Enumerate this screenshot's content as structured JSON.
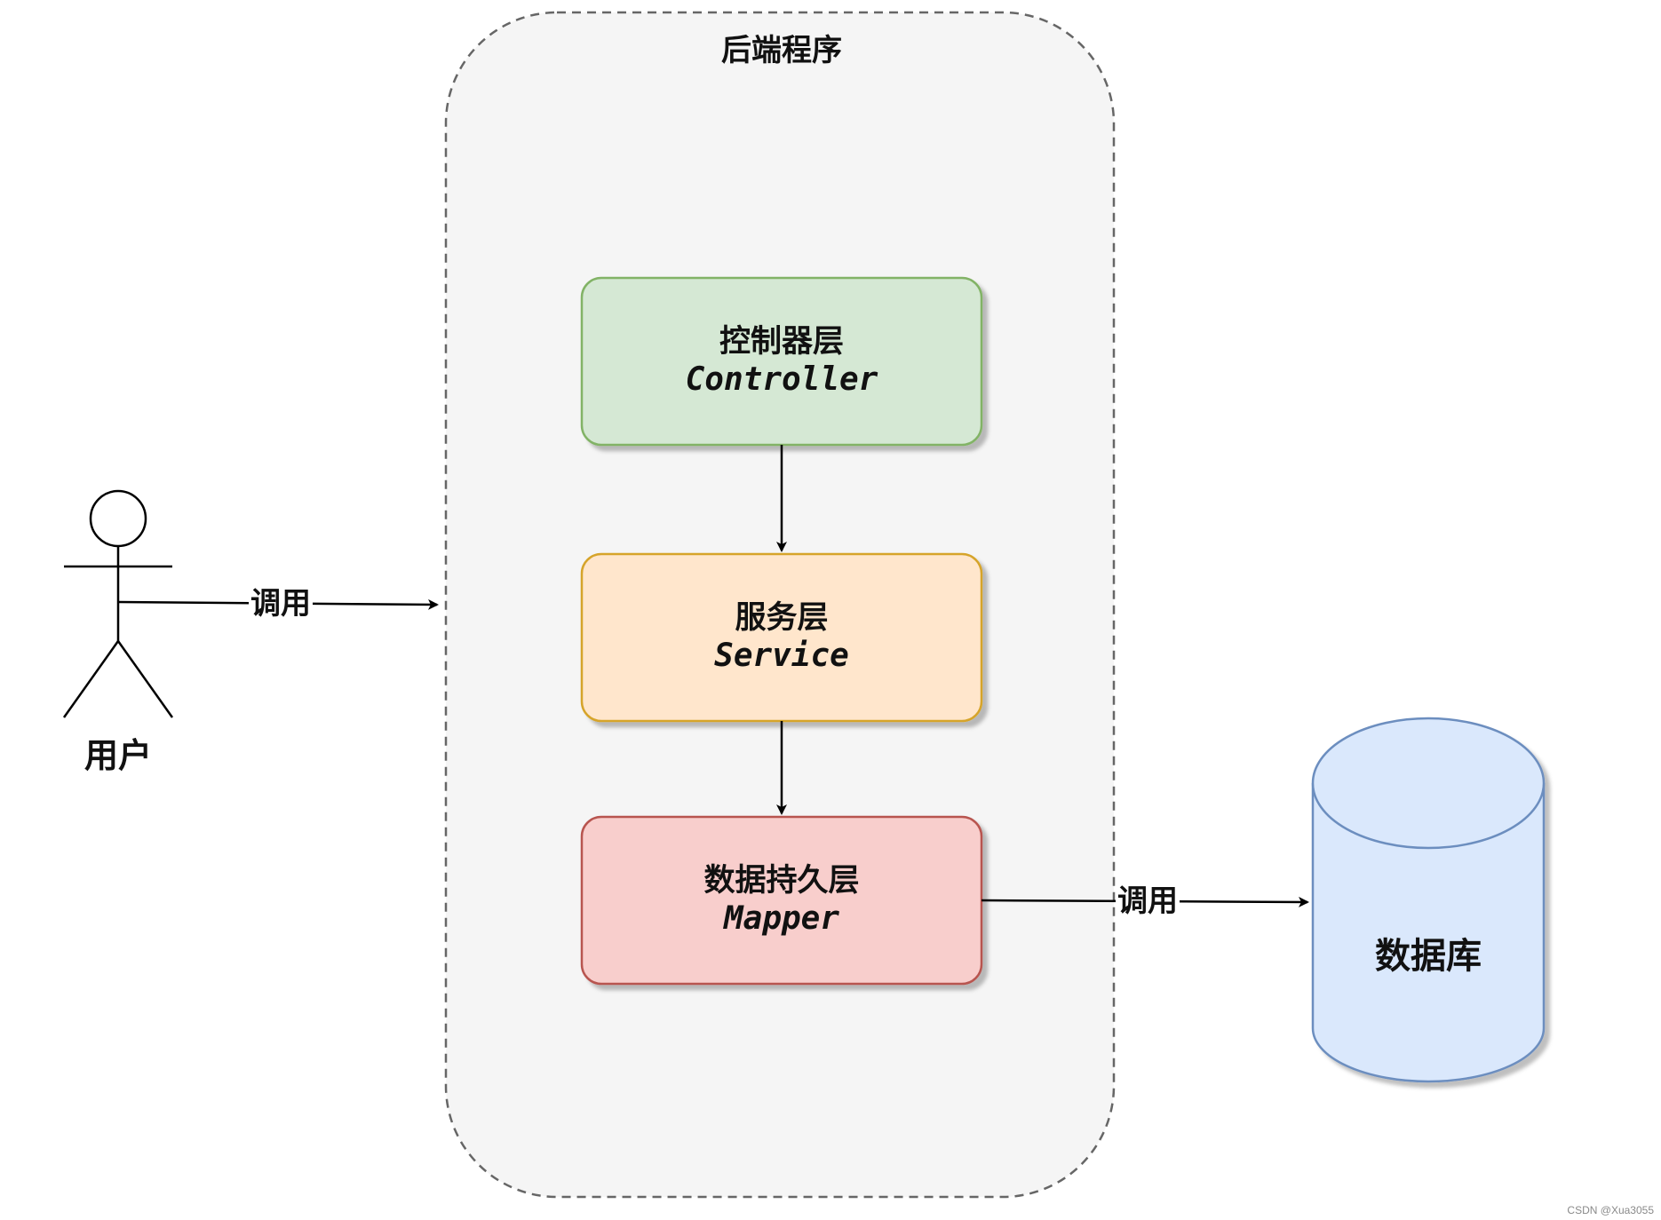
{
  "container": {
    "title": "后端程序"
  },
  "layers": [
    {
      "id": "controller",
      "title": "控制器层",
      "subtitle": "Controller",
      "fill": "#d5e8d4",
      "stroke": "#82b366"
    },
    {
      "id": "service",
      "title": "服务层",
      "subtitle": "Service",
      "fill": "#ffe6cc",
      "stroke": "#d6a42b"
    },
    {
      "id": "mapper",
      "title": "数据持久层",
      "subtitle": "Mapper",
      "fill": "#f8cecc",
      "stroke": "#b85450"
    }
  ],
  "actor": {
    "label": "用户"
  },
  "database": {
    "label": "数据库",
    "fill": "#dae8fc",
    "stroke": "#6c8ebf"
  },
  "edges": [
    {
      "from": "actor",
      "to": "container",
      "label": "调用"
    },
    {
      "from": "controller",
      "to": "service",
      "label": ""
    },
    {
      "from": "service",
      "to": "mapper",
      "label": ""
    },
    {
      "from": "mapper",
      "to": "database",
      "label": "调用"
    }
  ],
  "watermark": "CSDN @Xua3055"
}
